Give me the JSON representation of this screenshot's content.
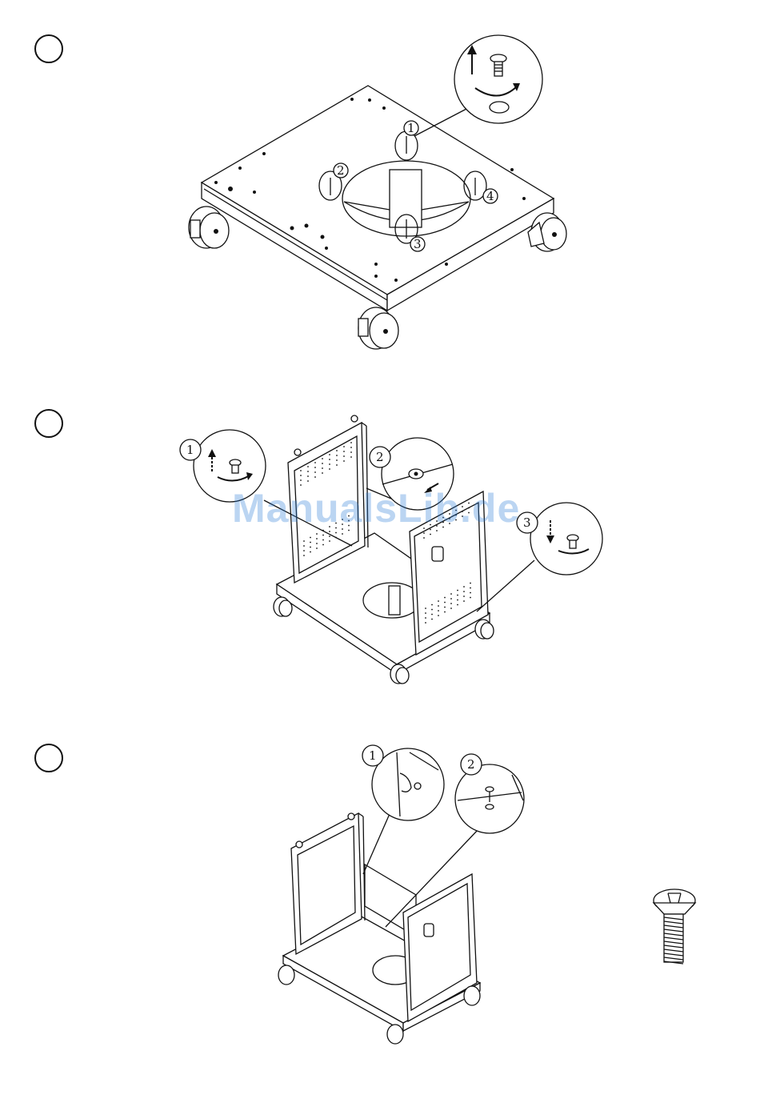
{
  "steps": [
    {
      "id": "step-1",
      "callouts": [
        "1",
        "2",
        "3",
        "4"
      ]
    },
    {
      "id": "step-2",
      "callouts": [
        "1",
        "2",
        "3"
      ]
    },
    {
      "id": "step-3",
      "callouts": [
        "1",
        "2"
      ]
    }
  ],
  "watermark": "ManualsLib.de",
  "colors": {
    "line": "#111111",
    "watermark": "#2e7fd8"
  }
}
